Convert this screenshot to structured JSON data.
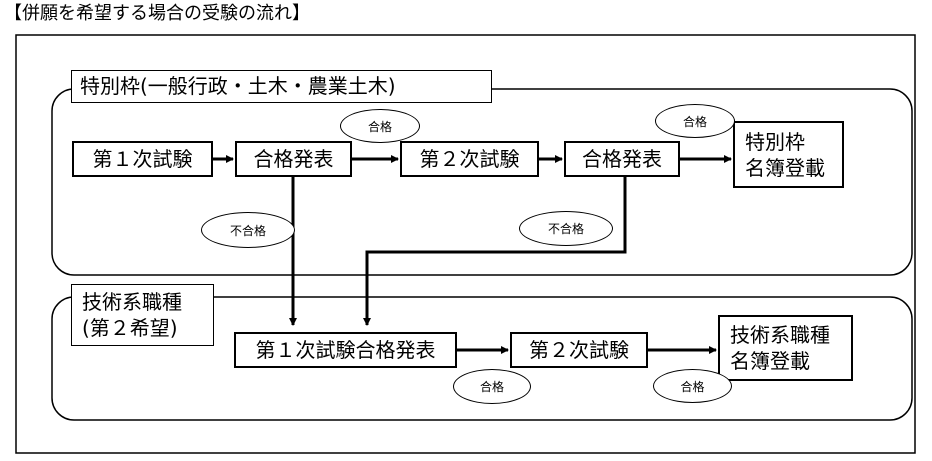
{
  "title": "【併願を希望する場合の受験の流れ】",
  "group_special": {
    "label": "特別枠(一般行政・土木・農業土木)",
    "steps": {
      "exam1": "第１次試験",
      "result1": "合格発表",
      "exam2": "第２次試験",
      "result2": "合格発表",
      "registry_line1": "特別枠",
      "registry_line2": "名簿登載"
    }
  },
  "group_technical": {
    "label_line1": "技術系職種",
    "label_line2": "(第２希望)",
    "steps": {
      "result1": "第１次試験合格発表",
      "exam2": "第２次試験",
      "registry_line1": "技術系職種",
      "registry_line2": "名簿登載"
    }
  },
  "edge_labels": {
    "pass": "合格",
    "fail": "不合格"
  }
}
